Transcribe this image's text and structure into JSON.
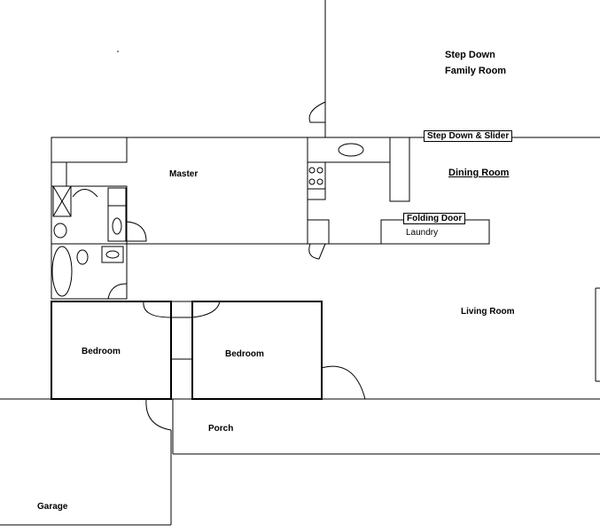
{
  "rooms": {
    "step_down_family_line1": "Step Down",
    "step_down_family_line2": "Family Room",
    "step_down_slider": "Step Down & Slider",
    "dining_room": "Dining Room",
    "folding_door": "Folding Door",
    "laundry": "Laundry",
    "master": "Master",
    "living_room": "Living Room",
    "bedroom_left": "Bedroom",
    "bedroom_right": "Bedroom",
    "porch": "Porch",
    "garage": "Garage"
  },
  "colors": {
    "line": "#000000",
    "background": "#ffffff"
  }
}
